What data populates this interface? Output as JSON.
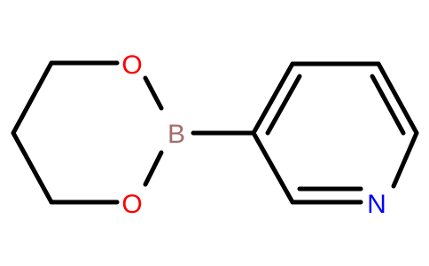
{
  "atoms": {
    "o_top": {
      "symbol": "O",
      "color": "#ff0000"
    },
    "o_bottom": {
      "symbol": "O",
      "color": "#ff0000"
    },
    "b": {
      "symbol": "B",
      "color": "#a86b6b"
    },
    "n": {
      "symbol": "N",
      "color": "#0000ff"
    }
  },
  "bond_color": "#000000"
}
